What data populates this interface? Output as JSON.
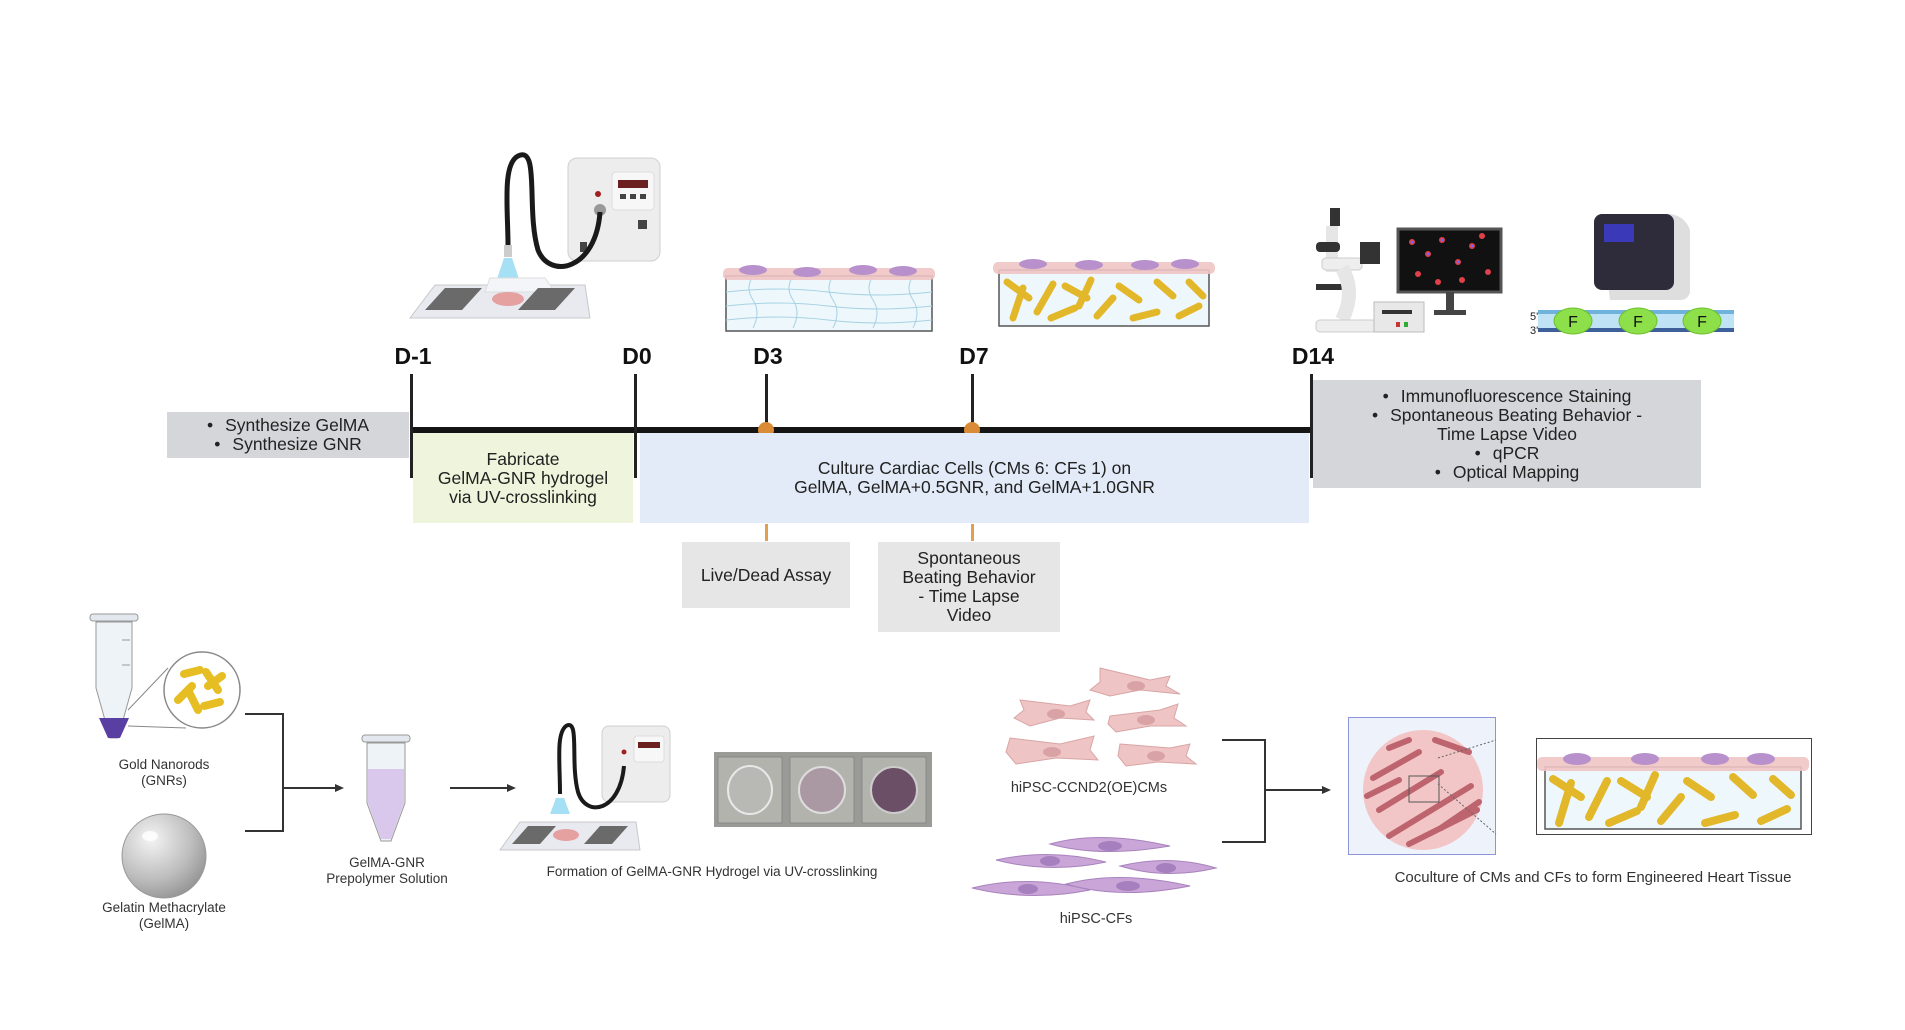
{
  "timeline": {
    "days": [
      {
        "id": "d-1",
        "label": "D-1"
      },
      {
        "id": "d0",
        "label": "D0"
      },
      {
        "id": "d3",
        "label": "D3"
      },
      {
        "id": "d7",
        "label": "D7"
      },
      {
        "id": "d14",
        "label": "D14"
      }
    ],
    "pre_steps": [
      "Synthesize GelMA",
      "Synthesize GNR"
    ],
    "fabricate": [
      "Fabricate",
      "GelMA-GNR hydrogel",
      "via  UV-crosslinking"
    ],
    "culture": [
      "Culture Cardiac Cells (CMs 6: CFs 1) on",
      "GelMA, GelMA+0.5GNR, and GelMA+1.0GNR"
    ],
    "d3_assay": "Live/Dead Assay",
    "d7_assay": [
      "Spontaneous",
      "Beating Behavior",
      "- Time Lapse",
      "Video"
    ],
    "d14_assays": [
      {
        "text": "Immunofluorescence Staining",
        "bullet": true
      },
      {
        "text": "Spontaneous Beating Behavior -",
        "bullet": true
      },
      {
        "text": "Time Lapse Video",
        "bullet": false
      },
      {
        "text": "qPCR",
        "bullet": true
      },
      {
        "text": "Optical Mapping",
        "bullet": true
      }
    ],
    "marker_color": "#d98c35"
  },
  "illustrations": {
    "dna_labels": {
      "five_prime": "5'",
      "three_prime": "3'",
      "fluor": "F"
    }
  },
  "workflow": {
    "gnr_label": [
      "Gold Nanorods",
      "(GNRs)"
    ],
    "gelma_label": [
      "Gelatin Methacrylate",
      "(GelMA)"
    ],
    "prepolymer_label": [
      "GelMA-GNR",
      "Prepolymer Solution"
    ],
    "formation_label": "Formation of GelMA-GNR Hydrogel via UV-crosslinking",
    "cms_label": "hiPSC-CCND2(OE)CMs",
    "cfs_label": "hiPSC-CFs",
    "coculture_label": "Coculture of CMs and CFs to form Engineered Heart Tissue"
  }
}
